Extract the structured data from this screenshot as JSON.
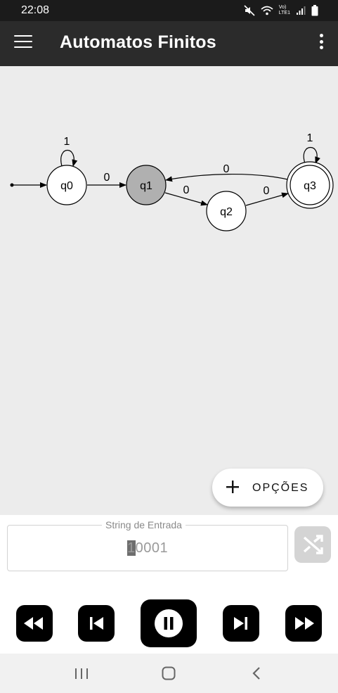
{
  "status_bar": {
    "time": "22:08",
    "network_label_top": "Vo)",
    "network_label_bottom": "LTE1",
    "icons": [
      "mute-icon",
      "wifi-icon",
      "signal-icon",
      "battery-icon"
    ]
  },
  "app_bar": {
    "title": "Automatos Finitos",
    "menu_icon": "hamburger-icon",
    "more_icon": "more-vertical-icon"
  },
  "automaton": {
    "states": [
      {
        "id": "q0",
        "label": "q0",
        "initial": true,
        "accepting": false,
        "active": false
      },
      {
        "id": "q1",
        "label": "q1",
        "initial": false,
        "accepting": false,
        "active": true
      },
      {
        "id": "q2",
        "label": "q2",
        "initial": false,
        "accepting": false,
        "active": false
      },
      {
        "id": "q3",
        "label": "q3",
        "initial": false,
        "accepting": true,
        "active": false
      }
    ],
    "transitions": [
      {
        "from": "q0",
        "to": "q0",
        "label": "1"
      },
      {
        "from": "q0",
        "to": "q1",
        "label": "0"
      },
      {
        "from": "q1",
        "to": "q2",
        "label": "0"
      },
      {
        "from": "q2",
        "to": "q3",
        "label": "0"
      },
      {
        "from": "q3",
        "to": "q1",
        "label": "0"
      },
      {
        "from": "q3",
        "to": "q3",
        "label": "1"
      }
    ],
    "colors": {
      "active_state": "#b0b0b0",
      "state": "#ffffff",
      "stroke": "#000000"
    }
  },
  "fab": {
    "label": "OPÇÕES",
    "icon": "plus-icon"
  },
  "input": {
    "legend": "String de Entrada",
    "cursor_char": "1",
    "rest_value": "0001",
    "shuffle_icon": "shuffle-icon"
  },
  "controls": [
    {
      "name": "rewind-button",
      "icon": "rewind-icon"
    },
    {
      "name": "step-back-button",
      "icon": "skip-previous-icon"
    },
    {
      "name": "pause-button",
      "icon": "pause-icon"
    },
    {
      "name": "step-forward-button",
      "icon": "skip-next-icon"
    },
    {
      "name": "fast-forward-button",
      "icon": "fast-forward-icon"
    }
  ],
  "nav_bar": {
    "icons": [
      "recent-apps-icon",
      "home-icon",
      "back-icon"
    ]
  }
}
